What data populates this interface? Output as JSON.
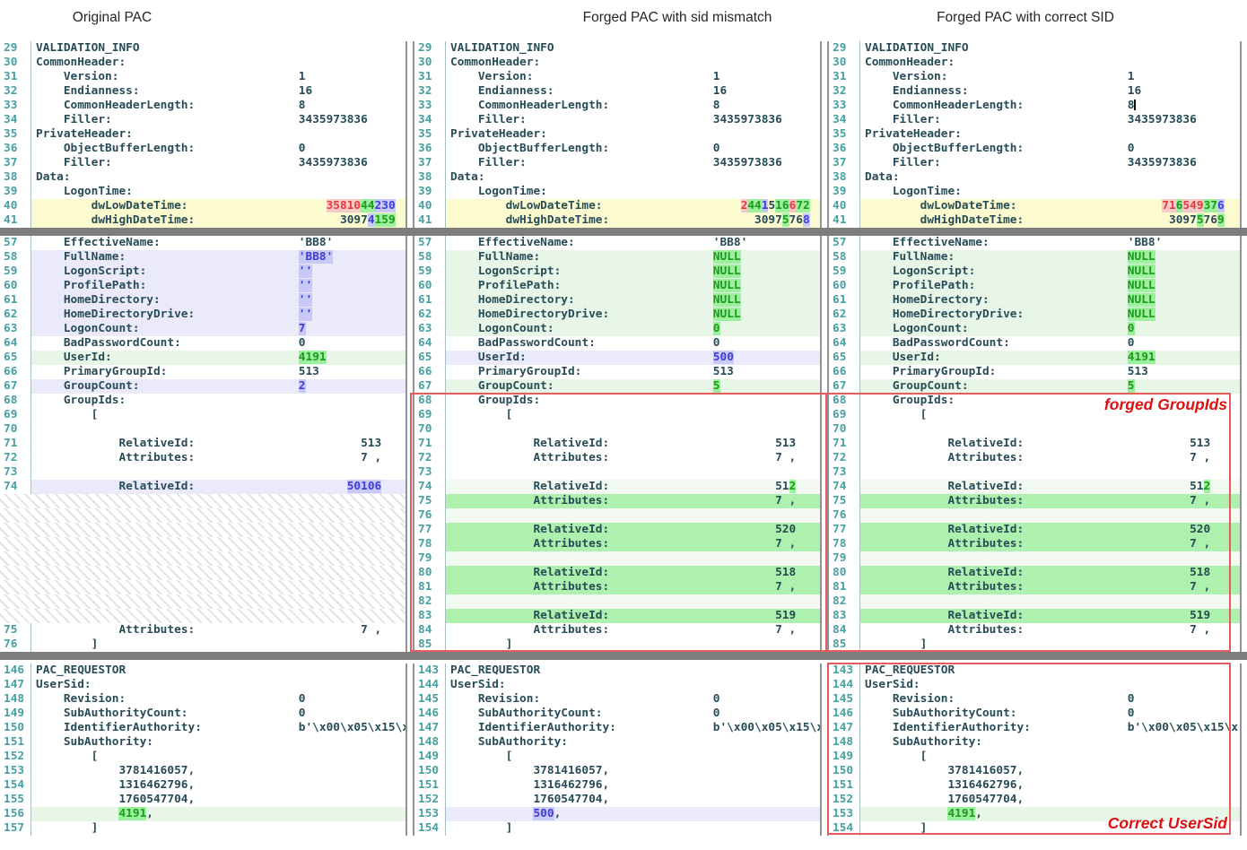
{
  "headers": {
    "col1": "Original PAC",
    "col2": "Forged PAC with sid mismatch",
    "col3": "Forged PAC with correct SID"
  },
  "annotations": {
    "forged_groupids": "forged GroupIds",
    "correct_usersid": "Correct UserSid"
  },
  "colors": {
    "added_green": "#9df09d",
    "changed_blue": "#c9c9f8",
    "changed_red": "#f8caca",
    "changed_row_yellow": "#fbfbcf",
    "annotation_red": "#dd1111",
    "line_number_teal": "#45a1a3",
    "code_text": "#274c57",
    "section_divider_gray": "#7d7d7d"
  },
  "panes": {
    "top1": [
      [
        "29",
        "",
        "VALIDATION_INFO"
      ],
      [
        "30",
        "",
        "CommonHeader:"
      ],
      [
        "31",
        "",
        "    Version:                          1"
      ],
      [
        "32",
        "",
        "    Endianness:                       16"
      ],
      [
        "33",
        "",
        "    CommonHeaderLength:               8"
      ],
      [
        "34",
        "",
        "    Filler:                           3435973836"
      ],
      [
        "35",
        "",
        "PrivateHeader:"
      ],
      [
        "36",
        "",
        "    ObjectBufferLength:               0"
      ],
      [
        "37",
        "",
        "    Filler:                           3435973836"
      ],
      [
        "38",
        "",
        "Data:"
      ],
      [
        "39",
        "",
        "    LogonTime:"
      ],
      [
        "40",
        "y",
        "        dwLowDateTime:                    ",
        [
          "35810",
          "r"
        ],
        [
          "44",
          "g"
        ],
        [
          "230",
          "b"
        ]
      ],
      [
        "41",
        "y",
        "        dwHighDateTime:                     3097",
        [
          "4",
          "b"
        ],
        [
          "15",
          "g"
        ],
        [
          "9",
          "g"
        ]
      ]
    ],
    "top2": [
      [
        "29",
        "",
        "VALIDATION_INFO"
      ],
      [
        "30",
        "",
        "CommonHeader:"
      ],
      [
        "31",
        "",
        "    Version:                          1"
      ],
      [
        "32",
        "",
        "    Endianness:                       16"
      ],
      [
        "33",
        "",
        "    CommonHeaderLength:               8"
      ],
      [
        "34",
        "",
        "    Filler:                           3435973836"
      ],
      [
        "35",
        "",
        "PrivateHeader:"
      ],
      [
        "36",
        "",
        "    ObjectBufferLength:               0"
      ],
      [
        "37",
        "",
        "    Filler:                           3435973836"
      ],
      [
        "38",
        "",
        "Data:"
      ],
      [
        "39",
        "",
        "    LogonTime:"
      ],
      [
        "40",
        "y",
        "        dwLowDateTime:                    ",
        [
          "2",
          "r"
        ],
        [
          "44",
          "g"
        ],
        [
          "1",
          "b"
        ],
        "5",
        [
          "16",
          "g"
        ],
        [
          "6",
          "r"
        ],
        [
          "72",
          "g"
        ]
      ],
      [
        "41",
        "y",
        "        dwHighDateTime:                     3097",
        [
          "5",
          "g"
        ],
        "76",
        [
          "8",
          "b"
        ]
      ]
    ],
    "top3": [
      [
        "29",
        "",
        "VALIDATION_INFO"
      ],
      [
        "30",
        "",
        "CommonHeader:"
      ],
      [
        "31",
        "",
        "    Version:                          1"
      ],
      [
        "32",
        "",
        "    Endianness:                       16"
      ],
      [
        "33",
        "",
        "    CommonHeaderLength:               8",
        [
          "",
          "caret"
        ]
      ],
      [
        "34",
        "",
        "    Filler:                           3435973836"
      ],
      [
        "35",
        "",
        "PrivateHeader:"
      ],
      [
        "36",
        "",
        "    ObjectBufferLength:               0"
      ],
      [
        "37",
        "",
        "    Filler:                           3435973836"
      ],
      [
        "38",
        "",
        "Data:"
      ],
      [
        "39",
        "",
        "    LogonTime:"
      ],
      [
        "40",
        "y",
        "        dwLowDateTime:                     ",
        [
          "71",
          "r"
        ],
        [
          "6",
          "g"
        ],
        [
          "549",
          "r"
        ],
        [
          "37",
          "g"
        ],
        [
          "6",
          "b"
        ]
      ],
      [
        "41",
        "y",
        "        dwHighDateTime:                     3097",
        [
          "5",
          "g"
        ],
        "76",
        [
          "9",
          "g"
        ]
      ]
    ],
    "mid1": [
      [
        "57",
        "",
        "    EffectiveName:                    'BB8'"
      ],
      [
        "58",
        "lav",
        "    FullName:                         ",
        [
          "'BB8'",
          "b"
        ]
      ],
      [
        "59",
        "lav",
        "    LogonScript:                      ",
        [
          "''",
          "b"
        ]
      ],
      [
        "60",
        "lav",
        "    ProfilePath:                      ",
        [
          "''",
          "b"
        ]
      ],
      [
        "61",
        "lav",
        "    HomeDirectory:                    ",
        [
          "''",
          "b"
        ]
      ],
      [
        "62",
        "lav",
        "    HomeDirectoryDrive:               ",
        [
          "''",
          "b"
        ]
      ],
      [
        "63",
        "lav",
        "    LogonCount:                       ",
        [
          "7",
          "b"
        ]
      ],
      [
        "64",
        "",
        "    BadPasswordCount:                 0"
      ],
      [
        "65",
        "lg",
        "    UserId:                           ",
        [
          "4191",
          "g"
        ]
      ],
      [
        "66",
        "",
        "    PrimaryGroupId:                   513"
      ],
      [
        "67",
        "lav",
        "    GroupCount:                       ",
        [
          "2",
          "b"
        ]
      ],
      [
        "68",
        "",
        "    GroupIds:"
      ],
      [
        "69",
        "",
        "        ["
      ],
      [
        "70",
        "",
        ""
      ],
      [
        "71",
        "",
        "            RelativeId:                        513"
      ],
      [
        "72",
        "",
        "            Attributes:                        7 ,"
      ],
      [
        "73",
        "",
        ""
      ],
      [
        "74",
        "lav",
        "            RelativeId:                      ",
        [
          "50106",
          "b"
        ]
      ],
      [
        "",
        "hatch"
      ],
      [
        "",
        "hatch"
      ],
      [
        "",
        "hatch"
      ],
      [
        "",
        "hatch"
      ],
      [
        "",
        "hatch"
      ],
      [
        "",
        "hatch"
      ],
      [
        "",
        "hatch"
      ],
      [
        "",
        "hatch"
      ],
      [
        "",
        "hatch"
      ],
      [
        "75",
        "",
        "            Attributes:                        7 ,"
      ],
      [
        "76",
        "",
        "        ]"
      ]
    ],
    "mid2": [
      [
        "57",
        "",
        "    EffectiveName:                    'BB8'"
      ],
      [
        "58",
        "lg",
        "    FullName:                         ",
        [
          "NULL",
          "g"
        ]
      ],
      [
        "59",
        "lg",
        "    LogonScript:                      ",
        [
          "NULL",
          "g"
        ]
      ],
      [
        "60",
        "lg",
        "    ProfilePath:                      ",
        [
          "NULL",
          "g"
        ]
      ],
      [
        "61",
        "lg",
        "    HomeDirectory:                    ",
        [
          "NULL",
          "g"
        ]
      ],
      [
        "62",
        "lg",
        "    HomeDirectoryDrive:               ",
        [
          "NULL",
          "g"
        ]
      ],
      [
        "63",
        "lg",
        "    LogonCount:                       ",
        [
          "0",
          "g"
        ]
      ],
      [
        "64",
        "",
        "    BadPasswordCount:                 0"
      ],
      [
        "65",
        "lav",
        "    UserId:                           ",
        [
          "500",
          "b"
        ]
      ],
      [
        "66",
        "",
        "    PrimaryGroupId:                   513"
      ],
      [
        "67",
        "lg",
        "    GroupCount:                       ",
        [
          "5",
          "g"
        ]
      ],
      [
        "68",
        "",
        "    GroupIds:"
      ],
      [
        "69",
        "",
        "        ["
      ],
      [
        "70",
        "",
        ""
      ],
      [
        "71",
        "",
        "            RelativeId:                        513"
      ],
      [
        "72",
        "",
        "            Attributes:                        7 ,"
      ],
      [
        "73",
        "",
        ""
      ],
      [
        "74",
        "pg",
        "            RelativeId:                        51",
        [
          "2",
          "g"
        ]
      ],
      [
        "75",
        "mg",
        "            Attributes:                        7 ,"
      ],
      [
        "76",
        "pg",
        ""
      ],
      [
        "77",
        "mg",
        "            RelativeId:                        520"
      ],
      [
        "78",
        "mg",
        "            Attributes:                        7 ,"
      ],
      [
        "79",
        "pg",
        ""
      ],
      [
        "80",
        "mg",
        "            RelativeId:                        518"
      ],
      [
        "81",
        "mg",
        "            Attributes:                        7 ,"
      ],
      [
        "82",
        "pg",
        ""
      ],
      [
        "83",
        "mg",
        "            RelativeId:                        519"
      ],
      [
        "84",
        "",
        "            Attributes:                        7 ,"
      ],
      [
        "85",
        "",
        "        ]"
      ]
    ],
    "mid3": [
      [
        "57",
        "",
        "    EffectiveName:                    'BB8'"
      ],
      [
        "58",
        "lg",
        "    FullName:                         ",
        [
          "NULL",
          "g"
        ]
      ],
      [
        "59",
        "lg",
        "    LogonScript:                      ",
        [
          "NULL",
          "g"
        ]
      ],
      [
        "60",
        "lg",
        "    ProfilePath:                      ",
        [
          "NULL",
          "g"
        ]
      ],
      [
        "61",
        "lg",
        "    HomeDirectory:                    ",
        [
          "NULL",
          "g"
        ]
      ],
      [
        "62",
        "lg",
        "    HomeDirectoryDrive:               ",
        [
          "NULL",
          "g"
        ]
      ],
      [
        "63",
        "lg",
        "    LogonCount:                       ",
        [
          "0",
          "g"
        ]
      ],
      [
        "64",
        "",
        "    BadPasswordCount:                 0"
      ],
      [
        "65",
        "lg",
        "    UserId:                           ",
        [
          "4191",
          "g"
        ]
      ],
      [
        "66",
        "",
        "    PrimaryGroupId:                   513"
      ],
      [
        "67",
        "lg",
        "    GroupCount:                       ",
        [
          "5",
          "g"
        ]
      ],
      [
        "68",
        "",
        "    GroupIds:"
      ],
      [
        "69",
        "",
        "        ["
      ],
      [
        "70",
        "",
        ""
      ],
      [
        "71",
        "",
        "            RelativeId:                        513"
      ],
      [
        "72",
        "",
        "            Attributes:                        7 ,"
      ],
      [
        "73",
        "",
        ""
      ],
      [
        "74",
        "pg",
        "            RelativeId:                        51",
        [
          "2",
          "g"
        ]
      ],
      [
        "75",
        "mg",
        "            Attributes:                        7 ,"
      ],
      [
        "76",
        "pg",
        ""
      ],
      [
        "77",
        "mg",
        "            RelativeId:                        520"
      ],
      [
        "78",
        "mg",
        "            Attributes:                        7 ,"
      ],
      [
        "79",
        "pg",
        ""
      ],
      [
        "80",
        "mg",
        "            RelativeId:                        518"
      ],
      [
        "81",
        "mg",
        "            Attributes:                        7 ,"
      ],
      [
        "82",
        "pg",
        ""
      ],
      [
        "83",
        "mg",
        "            RelativeId:                        519"
      ],
      [
        "84",
        "",
        "            Attributes:                        7 ,"
      ],
      [
        "85",
        "",
        "        ]"
      ]
    ],
    "bot1": [
      [
        "146",
        "",
        "PAC_REQUESTOR"
      ],
      [
        "147",
        "",
        "UserSid:"
      ],
      [
        "148",
        "",
        "    Revision:                         0"
      ],
      [
        "149",
        "",
        "    SubAuthorityCount:                0"
      ],
      [
        "150",
        "",
        "    IdentifierAuthority:              b'\\x00\\x05\\x15\\x"
      ],
      [
        "151",
        "",
        "    SubAuthority:"
      ],
      [
        "152",
        "",
        "        ["
      ],
      [
        "153",
        "",
        "            3781416057,"
      ],
      [
        "154",
        "",
        "            1316462796,"
      ],
      [
        "155",
        "",
        "            1760547704,"
      ],
      [
        "156",
        "lg",
        "            ",
        [
          "4191",
          "g"
        ],
        ","
      ],
      [
        "157",
        "",
        "        ]"
      ]
    ],
    "bot2": [
      [
        "143",
        "",
        "PAC_REQUESTOR"
      ],
      [
        "144",
        "",
        "UserSid:"
      ],
      [
        "145",
        "",
        "    Revision:                         0"
      ],
      [
        "146",
        "",
        "    SubAuthorityCount:                0"
      ],
      [
        "147",
        "",
        "    IdentifierAuthority:              b'\\x00\\x05\\x15\\x"
      ],
      [
        "148",
        "",
        "    SubAuthority:"
      ],
      [
        "149",
        "",
        "        ["
      ],
      [
        "150",
        "",
        "            3781416057,"
      ],
      [
        "151",
        "",
        "            1316462796,"
      ],
      [
        "152",
        "",
        "            1760547704,"
      ],
      [
        "153",
        "lav",
        "            ",
        [
          "500",
          "b"
        ],
        ","
      ],
      [
        "154",
        "",
        "        ]"
      ]
    ],
    "bot3": [
      [
        "143",
        "",
        "PAC_REQUESTOR"
      ],
      [
        "144",
        "",
        "UserSid:"
      ],
      [
        "145",
        "",
        "    Revision:                         0"
      ],
      [
        "146",
        "",
        "    SubAuthorityCount:                0"
      ],
      [
        "147",
        "",
        "    IdentifierAuthority:              b'\\x00\\x05\\x15\\x"
      ],
      [
        "148",
        "",
        "    SubAuthority:"
      ],
      [
        "149",
        "",
        "        ["
      ],
      [
        "150",
        "",
        "            3781416057,"
      ],
      [
        "151",
        "",
        "            1316462796,"
      ],
      [
        "152",
        "",
        "            1760547704,"
      ],
      [
        "153",
        "lg",
        "            ",
        [
          "4191",
          "g"
        ],
        ","
      ],
      [
        "154",
        "",
        "        ]"
      ]
    ]
  }
}
